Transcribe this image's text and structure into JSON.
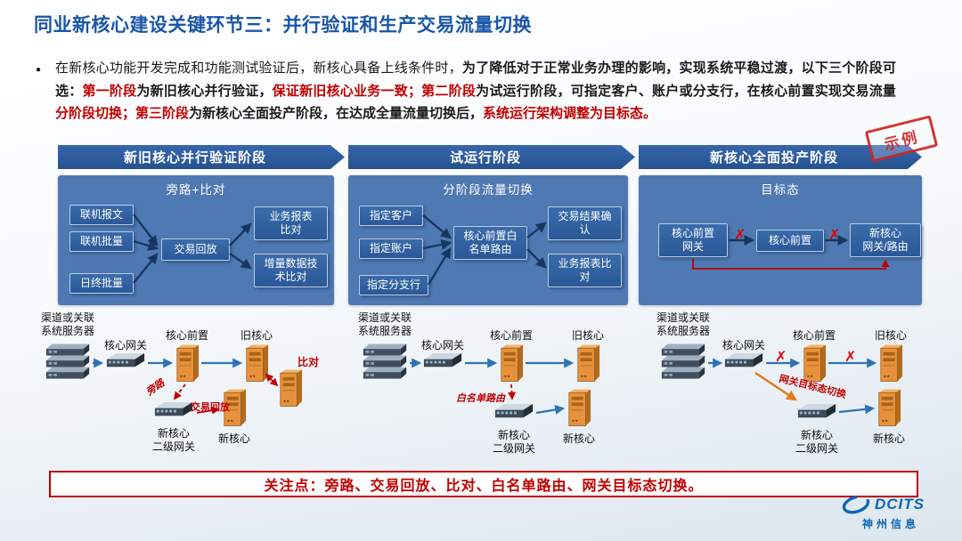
{
  "slide": {
    "title": "同业新核心建设关键环节三：并行验证和生产交易流量切换",
    "intro_segments": [
      {
        "text": "在新核心功能开发完成和功能测试验证后，新核心具备上线条件时，"
      },
      {
        "text": "为了降低对于正常业务办理的影响，实现系统平稳过渡，以下三个阶段可选："
      },
      {
        "text": "第一阶段"
      },
      {
        "text": "为新旧核心并行验证，"
      },
      {
        "text": "保证新旧核心业务一致；"
      },
      {
        "text": "第二阶段"
      },
      {
        "text": "为试运行阶段，可指定客户、账户或分支行，在核心前置实现交易流量"
      },
      {
        "text": "分阶段切换；"
      },
      {
        "text": "第三阶段"
      },
      {
        "text": "为新核心全面投产阶段，在达成全量流量切换后，"
      },
      {
        "text": "系统运行架构调整为目标态。"
      }
    ]
  },
  "stamp": {
    "label": "示例"
  },
  "banners": [
    "新旧核心并行验证阶段",
    "试运行阶段",
    "新核心全面投产阶段"
  ],
  "panels": [
    {
      "title": "旁路+比对",
      "boxes": [
        "联机报文",
        "联机批量",
        "日终批量",
        "交易回放",
        "业务报表\n比对",
        "增量数据技\n术比对"
      ]
    },
    {
      "title": "分阶段流量切换",
      "boxes": [
        "指定客户",
        "指定账户",
        "指定分支行",
        "核心前置白\n名单路由",
        "交易结果确\n认",
        "业务报表比\n对"
      ]
    },
    {
      "title": "目标态",
      "boxes": [
        "核心前置\n网关",
        "核心前置",
        "新核心\n网关/路由"
      ]
    }
  ],
  "diagrams": [
    {
      "source": "渠道或关联\n系统服务器",
      "gateway": "核心网关",
      "front": "核心前置",
      "old_core": "旧核心",
      "bypass": "旁路",
      "replay": "交易回放",
      "compare": "比对",
      "l2_gateway": "新核心\n二级网关",
      "new_core": "新核心"
    },
    {
      "source": "渠道或关联\n系统服务器",
      "gateway": "核心网关",
      "front": "核心前置",
      "old_core": "旧核心",
      "whitelist": "白名单路由",
      "l2_gateway": "新核心\n二级网关",
      "new_core": "新核心"
    },
    {
      "source": "渠道或关联\n系统服务器",
      "gateway": "核心网关",
      "front": "核心前置",
      "old_core": "旧核心",
      "switchover": "网关目标态切换",
      "l2_gateway": "新核心\n二级网关",
      "new_core": "新核心"
    }
  ],
  "icons": {
    "x_mark": "✗",
    "bullet": "●"
  },
  "footer": {
    "focus": "关注点：旁路、交易回放、比对、白名单路由、网关目标态切换。"
  },
  "logo": {
    "brand": "DCITS",
    "name": "神州信息"
  },
  "colors": {
    "accent_blue": "#1a56a8",
    "banner_blue": "#2b5da6",
    "panel_blue": "#4f79b2",
    "box_blue": "#2f5d9d",
    "red": "#c00000",
    "server_orange": "#e8913c"
  }
}
